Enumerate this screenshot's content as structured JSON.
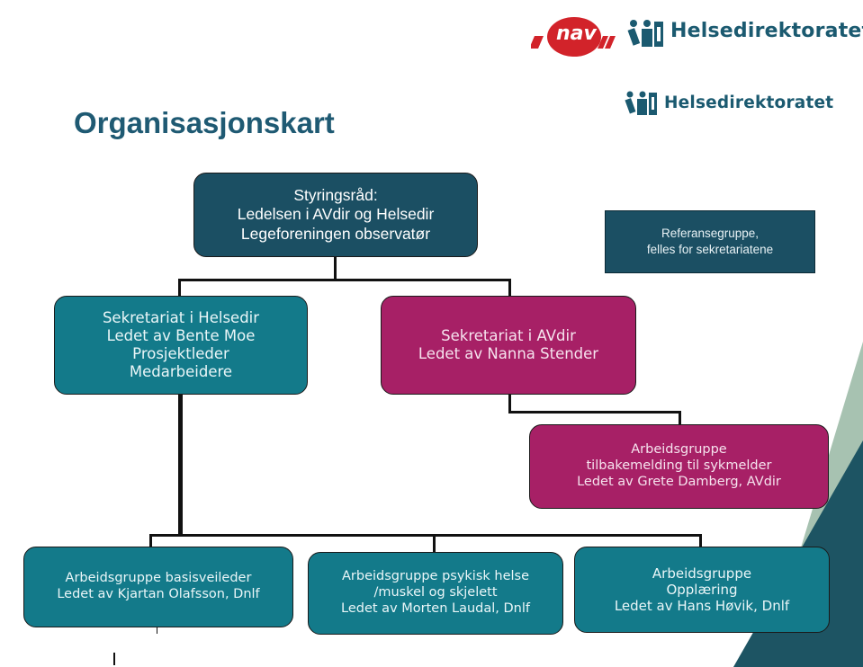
{
  "page_title": "Organisasjonskart",
  "logos": {
    "nav_text": "nav",
    "helsedirektoratet_top": "Helsedirektoratet",
    "helsedirektoratet_second": "Helsedirektoratet"
  },
  "boxes": {
    "styringsrad": {
      "line1": "Styringsråd:",
      "line2": "Ledelsen i AVdir og Helsedir",
      "line3": "Legeforeningen observatør"
    },
    "referansegruppe": {
      "line1": "Referansegruppe,",
      "line2": "felles for sekretariatene"
    },
    "sekretariat_helsedir": {
      "line1": "Sekretariat i Helsedir",
      "line2": "Ledet av Bente Moe",
      "line3": "Prosjektleder",
      "line4": "Medarbeidere"
    },
    "sekretariat_avdir": {
      "line1": "Sekretariat i AVdir",
      "line2": "Ledet av Nanna Stender"
    },
    "arbeidsgruppe_tilbakemelding": {
      "line1": "Arbeidsgruppe",
      "line2": "tilbakemelding til sykmelder",
      "line3": "Ledet av Grete Damberg, AVdir"
    },
    "arbeidsgruppe_basisveileder": {
      "line1": "Arbeidsgruppe basisveileder",
      "line2": "Ledet av Kjartan Olafsson, Dnlf"
    },
    "arbeidsgruppe_psykisk": {
      "line1": "Arbeidsgruppe psykisk helse",
      "line2": "/muskel og skjelett",
      "line3": "Ledet av Morten Laudal, Dnlf"
    },
    "arbeidsgruppe_opplaering": {
      "line1": "Arbeidsgruppe",
      "line2": "Opplæring",
      "line3": "Ledet av Hans Høvik, Dnlf"
    }
  },
  "colors": {
    "title": "#1f5a73",
    "dark_teal": "#1b4f63",
    "mid_teal": "#137a8a",
    "magenta": "#a72066",
    "nav_red": "#d2232a",
    "corner_teal": "#1d5463",
    "corner_green": "#9fb9a8"
  }
}
